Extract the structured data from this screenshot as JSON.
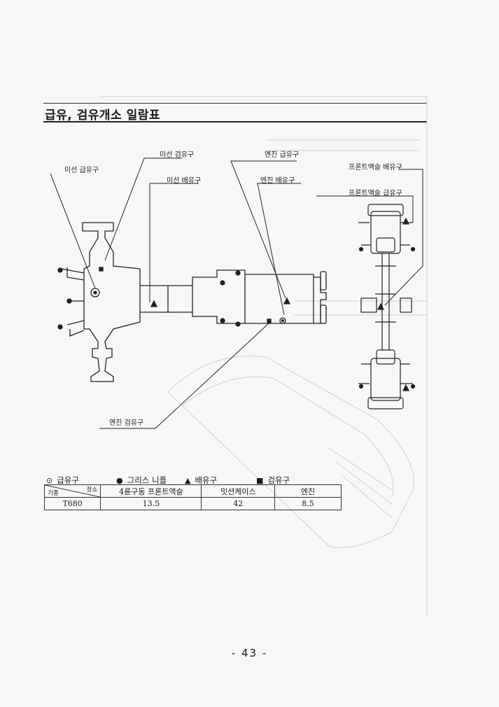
{
  "page": {
    "title": "급유, 검유개소 일람표",
    "page_number": "- 43 -"
  },
  "callouts": {
    "mission_fill": "미선 급유구",
    "mission_check": "미선 검유구",
    "mission_drain": "미선 배유구",
    "engine_fill": "엔진 급유구",
    "engine_drain": "엔진 배유구",
    "engine_check": "엔진 검유구",
    "front_axle_drain": "프론트액슬 배유구",
    "front_axle_fill": "프론트액슬 급유구"
  },
  "legend": {
    "fill": {
      "symbol": "⊙",
      "label": "급유구"
    },
    "grease": {
      "symbol": "●",
      "label": "그리스 니플"
    },
    "drain": {
      "symbol": "▲",
      "label": "배유구"
    },
    "check": {
      "symbol": "■",
      "label": "검유구"
    }
  },
  "table": {
    "corner_top": "장소",
    "corner_bottom": "기종",
    "headers": [
      "4륜구동 프론트액슬",
      "밋션케이스",
      "엔진"
    ],
    "rows": [
      {
        "model": "T680",
        "values": [
          "13.5",
          "42",
          "8.5"
        ]
      }
    ]
  }
}
